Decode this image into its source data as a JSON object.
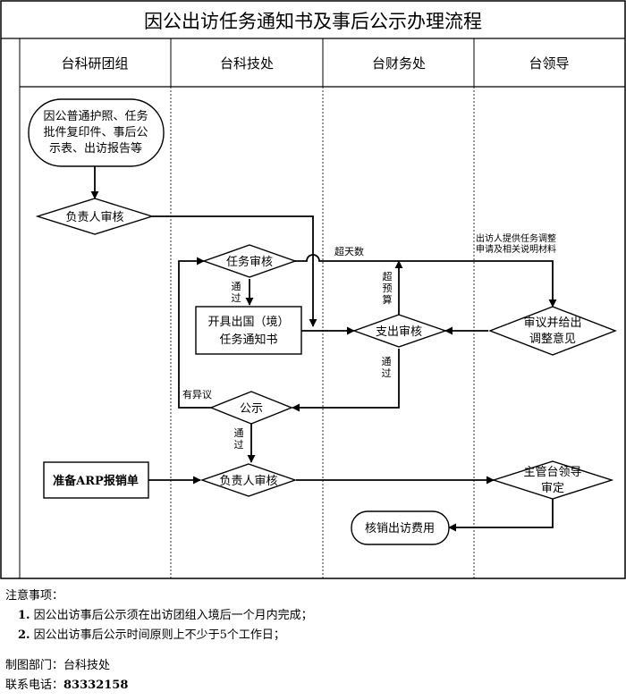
{
  "title": "因公出访任务通知书及事后公示办理流程",
  "lanes": [
    "台科研团组",
    "台科技处",
    "台财务处",
    "台领导"
  ],
  "nodes": {
    "materials": [
      "因公普通护照、任务",
      "批件复印件、事后公",
      "示表、出访报告等"
    ],
    "leader_review_1": "负责人审核",
    "task_review": "任务审核",
    "issue_notice": [
      "开具出国（境）",
      "任务通知书"
    ],
    "expense_review": "支出审核",
    "opinion": [
      "审议并给出",
      "调整意见"
    ],
    "publicity": "公示",
    "arp_form": "准备ARP报销单",
    "leader_review_2": "负责人审核",
    "supervisor_approval": [
      "主管台领导",
      "审定"
    ],
    "reimburse": "核销出访费用"
  },
  "edge_labels": {
    "pass": "通过",
    "over_budget": "超预算",
    "over_days": "超天数",
    "objection": "有异议",
    "adjust_note": [
      "出访人提供任务调整",
      "申请及相关说明材料"
    ]
  },
  "notes": {
    "heading": "注意事项：",
    "items": [
      {
        "num": "1.",
        "text": "因公出访事后公示须在出访团组入境后一个月内完成；"
      },
      {
        "num": "2.",
        "text": "因公出访事后公示时间原则上不少于5个工作日；"
      }
    ],
    "dept_label": "制图部门：",
    "dept_value": "台科技处",
    "phone_label": "联系电话：",
    "phone_value": "83332158"
  }
}
